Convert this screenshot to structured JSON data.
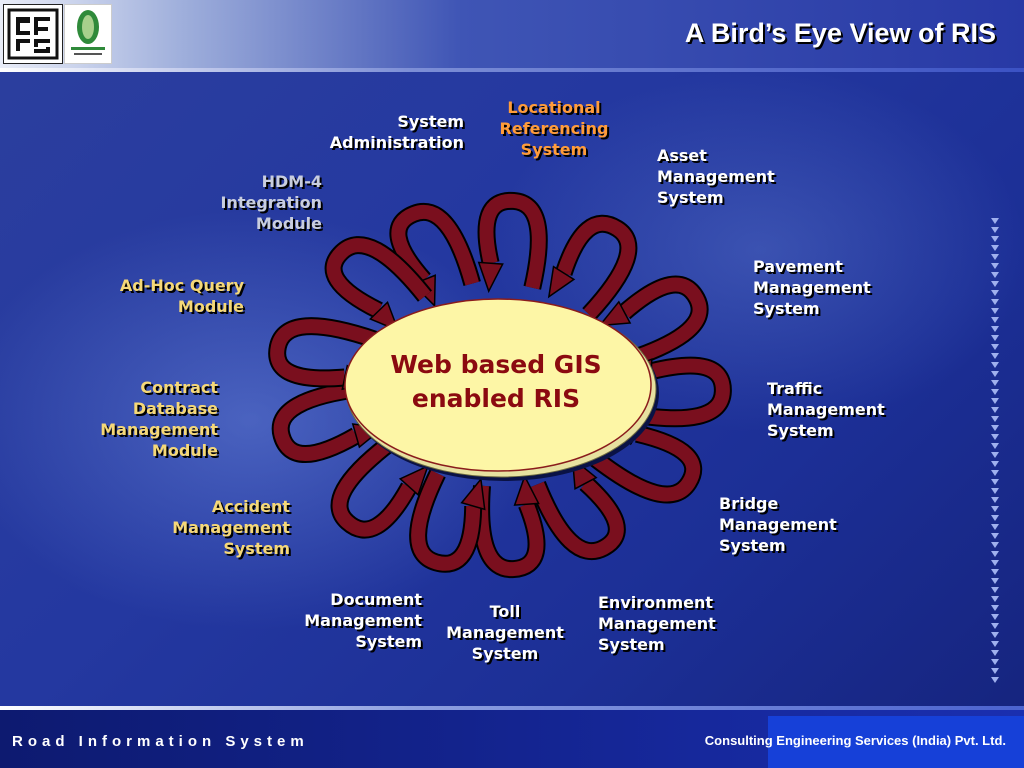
{
  "header": {
    "title": "A Bird’s Eye View of RIS"
  },
  "footer": {
    "left_text": "Road Information System",
    "company": "Consulting Engineering Services (India) Pvt. Ltd."
  },
  "diagram": {
    "center": "Web based GIS\nenabled RIS",
    "modules": [
      {
        "id": "system-administration",
        "text": "System\nAdministration"
      },
      {
        "id": "locational-referencing",
        "text": "Locational\nReferencing\nSystem"
      },
      {
        "id": "asset-management",
        "text": "Asset\nManagement\nSystem"
      },
      {
        "id": "pavement-management",
        "text": "Pavement\nManagement\nSystem"
      },
      {
        "id": "traffic-management",
        "text": "Traffic\nManagement\nSystem"
      },
      {
        "id": "bridge-management",
        "text": "Bridge\nManagement\nSystem"
      },
      {
        "id": "environment-management",
        "text": "Environment\nManagement\nSystem"
      },
      {
        "id": "toll-management",
        "text": "Toll\nManagement\nSystem"
      },
      {
        "id": "document-management",
        "text": "Document\nManagement\nSystem"
      },
      {
        "id": "accident-management",
        "text": "Accident\nManagement\nSystem"
      },
      {
        "id": "contract-database",
        "text": "Contract\nDatabase\nManagement\nModule"
      },
      {
        "id": "adhoc-query",
        "text": "Ad-Hoc Query\nModule"
      },
      {
        "id": "hdm4-integration",
        "text": "HDM-4\nIntegration\nModule"
      }
    ]
  },
  "colors": {
    "arrow_fill": "#7a0f1e",
    "center_fill": "#fdf6a6",
    "center_text": "#8b0a10",
    "label_white": "#ffffff",
    "label_gold": "#f5d878",
    "label_orange": "#ff9c3a",
    "label_grey": "#c9cedf"
  }
}
